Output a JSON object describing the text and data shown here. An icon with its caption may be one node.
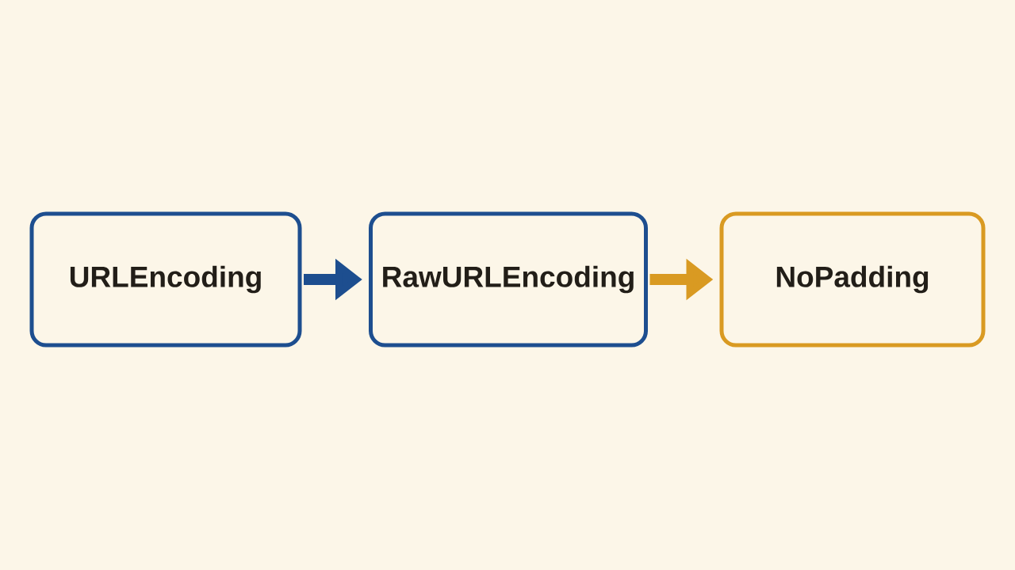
{
  "diagram": {
    "nodes": [
      {
        "text": [
          "URLEncoding"
        ]
      },
      {
        "text": [
          "RawURLEncoding"
        ]
      },
      {
        "text": [
          "NoPadding"
        ]
      }
    ],
    "edges": [
      {
        "from": 0,
        "to": 1,
        "arrow": "to",
        "color": "#1d4e8f"
      },
      {
        "from": 1,
        "to": 2,
        "arrow": "to",
        "color": "#d99a22"
      }
    ]
  }
}
